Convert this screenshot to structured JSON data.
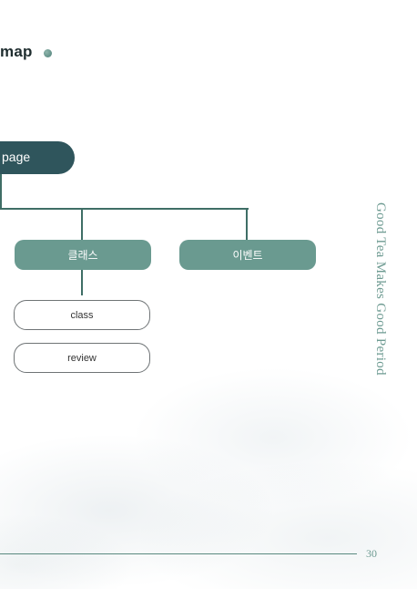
{
  "page": {
    "title": "map",
    "side_caption": "Good Tea Makes Good Period",
    "page_number": "30"
  },
  "diagram": {
    "root": {
      "label": "page"
    },
    "children": [
      {
        "label": "클래스",
        "children": [
          {
            "label": "class"
          },
          {
            "label": "review"
          }
        ]
      },
      {
        "label": "이벤트",
        "children": []
      }
    ]
  },
  "colors": {
    "root_fill": "#2f555c",
    "node_fill": "#6a9a90",
    "connector": "#3f6e66",
    "accent_text": "#6e9b92",
    "outline": "#6f7476"
  }
}
